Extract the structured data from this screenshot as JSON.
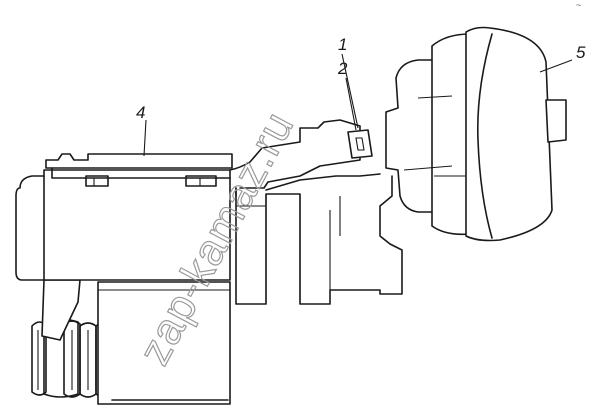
{
  "corner_mark": "~",
  "callouts": {
    "c1": "1",
    "c2": "2",
    "c4": "4",
    "c5": "5"
  },
  "watermark": "zap-kamaz.ru"
}
